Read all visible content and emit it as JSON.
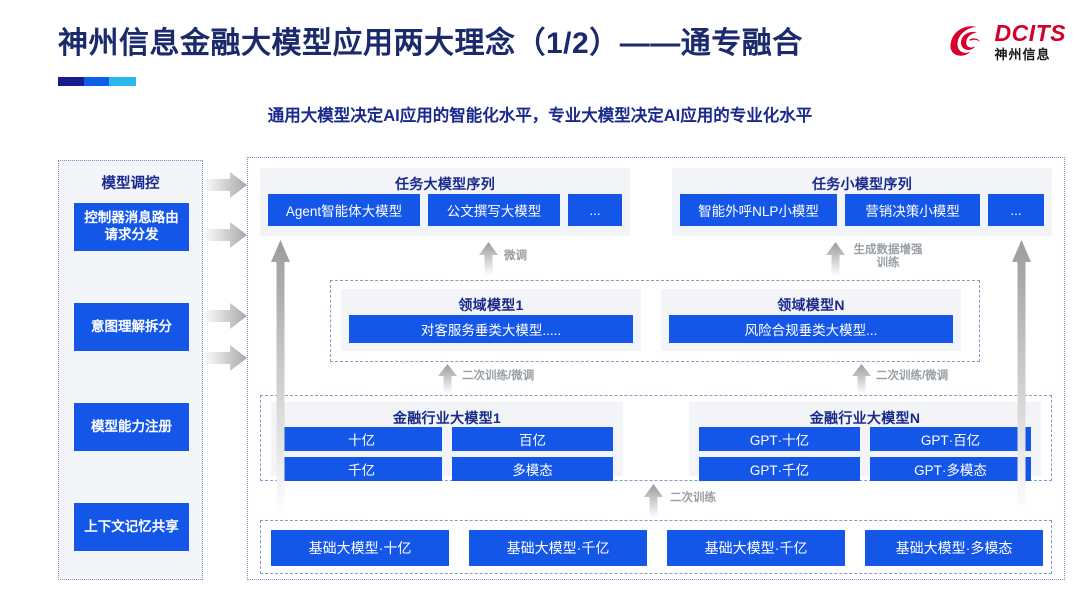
{
  "header": {
    "title": "神州信息金融大模型应用两大理念（1/2）——通专融合",
    "subtitle": "通用大模型决定AI应用的智能化水平，专业大模型决定AI应用的专业化水平",
    "logo_en": "DCITS",
    "logo_cn": "神州信息",
    "accent_colors": [
      "#1b1a8f",
      "#0b5fea",
      "#2bb8ed"
    ]
  },
  "control_panel": {
    "title": "模型调控",
    "items": [
      {
        "label": "控制器消息路由请求分发"
      },
      {
        "label": "意图理解拆分"
      },
      {
        "label": "模型能力注册"
      },
      {
        "label": "上下文记忆共享"
      }
    ]
  },
  "task_large": {
    "title": "任务大模型序列",
    "chips": [
      "Agent智能体大模型",
      "公文撰写大模型",
      "..."
    ]
  },
  "task_small": {
    "title": "任务小模型序列",
    "chips": [
      "智能外呼NLP小模型",
      "营销决策小模型",
      "..."
    ]
  },
  "domain_models": [
    {
      "title": "领域模型1",
      "chip": "对客服务垂类大模型....."
    },
    {
      "title": "领域模型N",
      "chip": "风险合规垂类大模型..."
    }
  ],
  "industry_models": [
    {
      "title": "金融行业大模型1",
      "chips": [
        "十亿",
        "百亿",
        "千亿",
        "多模态"
      ]
    },
    {
      "title": "金融行业大模型N",
      "chips": [
        "GPT·十亿",
        "GPT·百亿",
        "GPT·千亿",
        "GPT·多模态"
      ]
    }
  ],
  "base_models": {
    "chips": [
      "基础大模型·十亿",
      "基础大模型·千亿",
      "基础大模型·千亿",
      "基础大模型·多模态"
    ]
  },
  "arrow_labels": {
    "fine_tune": "微调",
    "data_aug": "生成数据增强训练",
    "retrain_finetune_left": "二次训练/微调",
    "retrain_finetune_right": "二次训练/微调",
    "retrain": "二次训练"
  },
  "colors": {
    "chip_blue": "#1457e8",
    "title_navy": "#1a2a8c",
    "panel_grey": "#f2f4f7",
    "logo_red": "#d4002a"
  }
}
